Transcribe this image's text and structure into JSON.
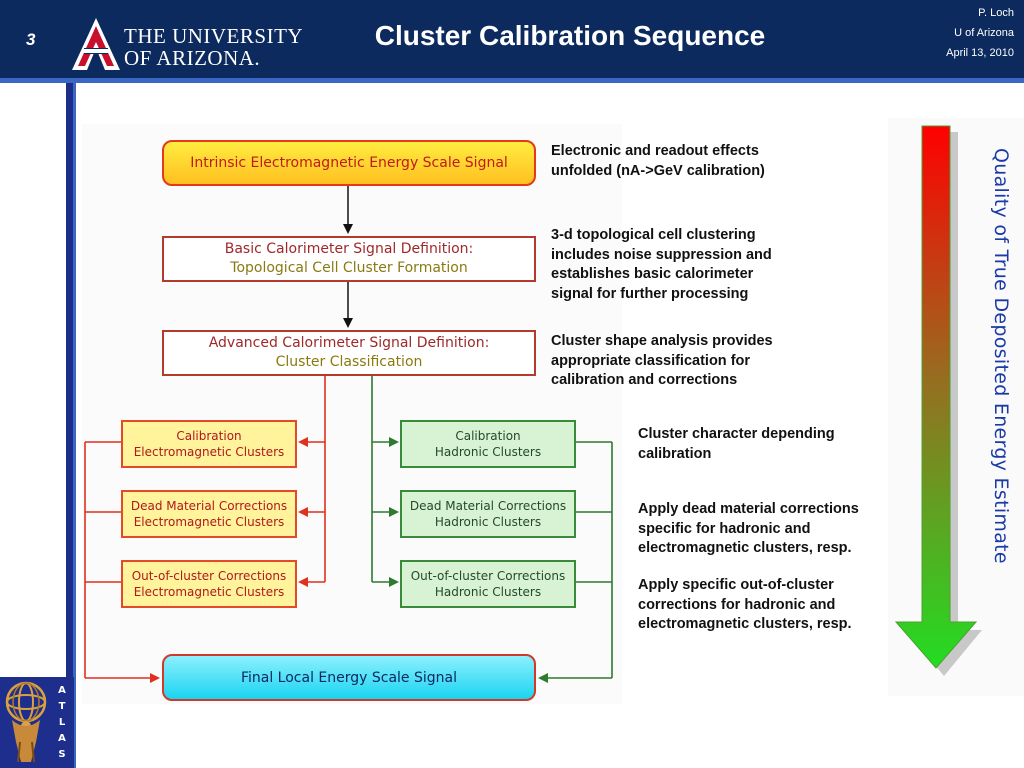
{
  "header": {
    "slide_number": "3",
    "university_line1": "THE UNIVERSITY",
    "university_line2": "OF ARIZONA.",
    "title": "Cluster Calibration Sequence",
    "author": "P. Loch",
    "affiliation": "U of Arizona",
    "date": "April 13, 2010"
  },
  "colors": {
    "header_bg": "#0c2a5e",
    "accent_blue": "#3a66c4",
    "em_fill": "#fff49c",
    "had_fill": "#d8f2d4",
    "red_line": "#e0301e",
    "green_line": "#2e7a2e"
  },
  "diagram": {
    "top_box": "Intrinsic Electromagnetic Energy Scale Signal",
    "basic_line1": "Basic Calorimeter Signal Definition:",
    "basic_line2": "Topological Cell Cluster Formation",
    "adv_line1": "Advanced Calorimeter Signal Definition:",
    "adv_line2": "Cluster Classification",
    "em_calib_1": "Calibration",
    "em_calib_2": "Electromagnetic Clusters",
    "em_dead_1": "Dead Material Corrections",
    "em_dead_2": "Electromagnetic Clusters",
    "em_ooc_1": "Out-of-cluster Corrections",
    "em_ooc_2": "Electromagnetic Clusters",
    "had_calib_1": "Calibration",
    "had_calib_2": "Hadronic Clusters",
    "had_dead_1": "Dead Material Corrections",
    "had_dead_2": "Hadronic Clusters",
    "had_ooc_1": "Out-of-cluster Corrections",
    "had_ooc_2": "Hadronic Clusters",
    "final_box": "Final Local Energy Scale Signal"
  },
  "descriptions": {
    "d1_line1": "Electronic and readout effects",
    "d1_line2": "unfolded (nA->GeV calibration)",
    "d2_line1": "3-d topological cell clustering",
    "d2_line2": "includes noise suppression and",
    "d2_line3": "establishes basic calorimeter",
    "d2_line4": "signal for further processing",
    "d3_line1": "Cluster shape analysis provides",
    "d3_line2": "appropriate classification for",
    "d3_line3": "calibration and corrections",
    "d4_line1": "Cluster character depending",
    "d4_line2": "calibration",
    "d5_line1": "Apply dead material corrections",
    "d5_line2": "specific for hadronic  and",
    "d5_line3": "electromagnetic clusters, resp.",
    "d6_line1": "Apply specific out-of-cluster",
    "d6_line2": "corrections for hadronic  and",
    "d6_line3": "electromagnetic clusters, resp."
  },
  "quality_arrow": {
    "label": "Quality of True Deposited Energy Estimate",
    "gradient_top": "#ff0000",
    "gradient_bottom": "#22dd22"
  },
  "atlas_logo": {
    "letters": [
      "A",
      "T",
      "L",
      "A",
      "S"
    ]
  }
}
